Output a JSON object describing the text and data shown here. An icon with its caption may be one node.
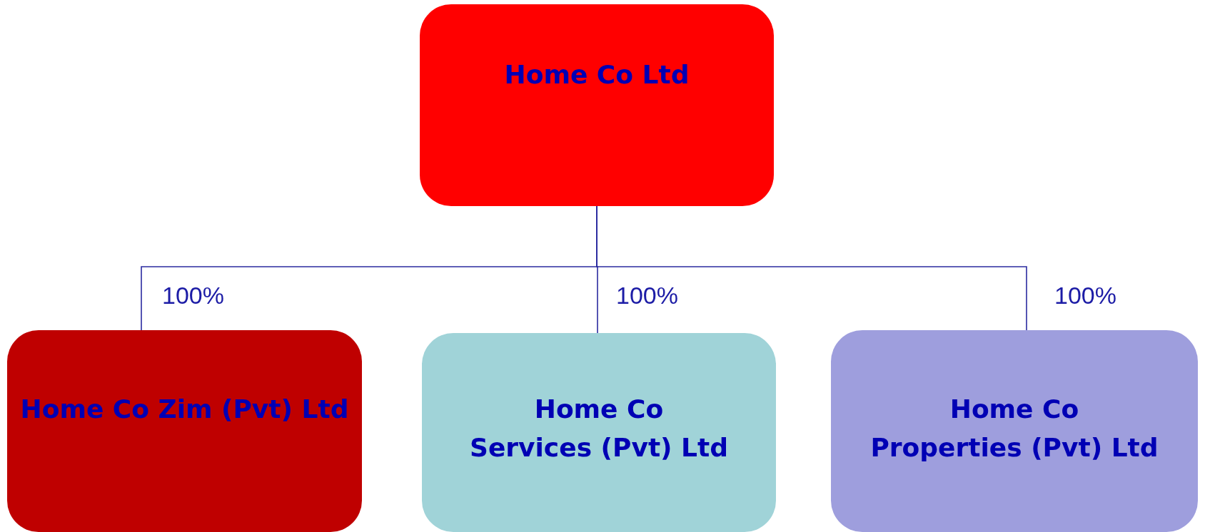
{
  "diagram": {
    "nodes": [
      {
        "text": [
          "Home Co Ltd"
        ]
      },
      {
        "text": [
          "Home Co Zim (Pvt) Ltd"
        ]
      },
      {
        "text": [
          "Home Co Services (Pvt) Ltd"
        ]
      },
      {
        "text": [
          "Home Co Properties (Pvt) Ltd"
        ]
      }
    ],
    "edges": [
      {
        "from": 0,
        "to": 1,
        "arrow": "none",
        "label": "100%"
      },
      {
        "from": 0,
        "to": 2,
        "arrow": "none",
        "label": "100%"
      },
      {
        "from": 0,
        "to": 3,
        "arrow": "none",
        "label": "100%"
      }
    ]
  }
}
